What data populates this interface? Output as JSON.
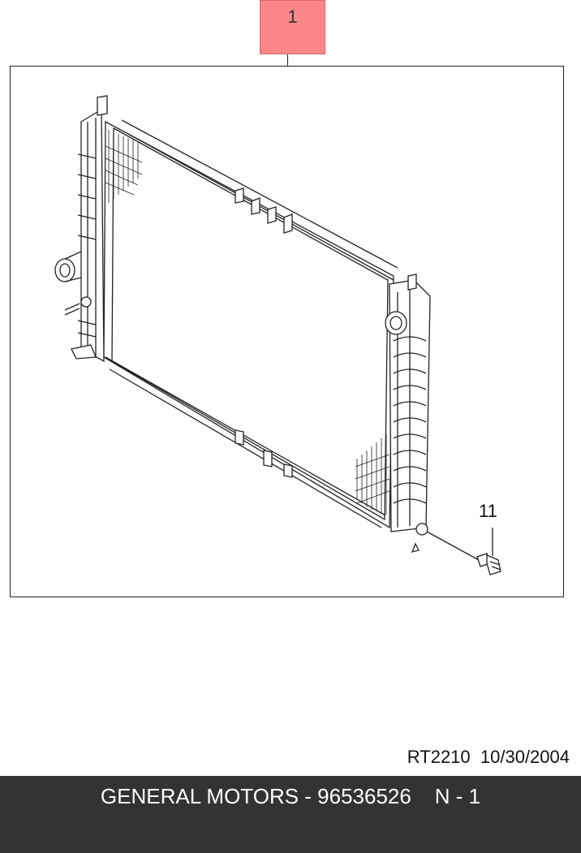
{
  "callout": {
    "label": "1"
  },
  "part_ref": {
    "label": "11"
  },
  "sheet": {
    "code": "RT2210",
    "date": "10/30/2004"
  },
  "footer": {
    "text": "GENERAL MOTORS - 96536526    N - 1"
  },
  "colors": {
    "callout_fill": "#f98787",
    "footer_bg": "#333333",
    "footer_text": "#ffffff",
    "line": "#222222"
  }
}
